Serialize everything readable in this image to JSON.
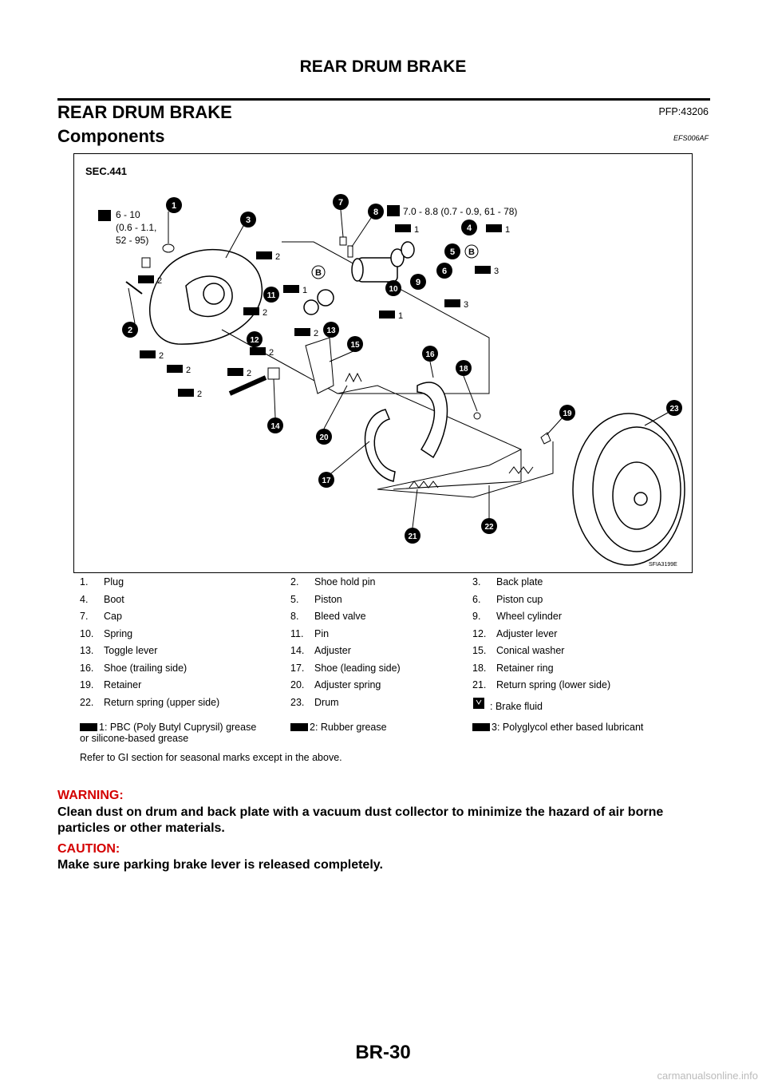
{
  "page": {
    "header": "REAR DRUM BRAKE",
    "section_title": "REAR DRUM BRAKE",
    "pfp": "PFP:43206",
    "subsection": "Components",
    "code": "EFS006AF",
    "footer": "BR-30",
    "watermark": "carmanualsonline.info"
  },
  "figure": {
    "sec": "SEC.441",
    "torque_a": [
      "6 - 10",
      "(0.6 - 1.1,",
      "52 - 95)"
    ],
    "torque_b": "7.0 - 8.8 (0.7 - 0.9, 61 - 78)",
    "fig_id": "SFIA3199E",
    "callouts": [
      "1",
      "2",
      "3",
      "4",
      "5",
      "6",
      "7",
      "8",
      "9",
      "10",
      "11",
      "12",
      "13",
      "14",
      "15",
      "16",
      "17",
      "18",
      "19",
      "20",
      "21",
      "22",
      "23"
    ],
    "grease_nums": [
      "1",
      "2",
      "3"
    ],
    "letter_b": "B"
  },
  "legend": {
    "rows": [
      [
        "1.",
        "Plug",
        "2.",
        "Shoe hold pin",
        "3.",
        "Back plate"
      ],
      [
        "4.",
        "Boot",
        "5.",
        "Piston",
        "6.",
        "Piston cup"
      ],
      [
        "7.",
        "Cap",
        "8.",
        "Bleed valve",
        "9.",
        "Wheel cylinder"
      ],
      [
        "10.",
        "Spring",
        "11.",
        "Pin",
        "12.",
        "Adjuster lever"
      ],
      [
        "13.",
        "Toggle lever",
        "14.",
        "Adjuster",
        "15.",
        "Conical washer"
      ],
      [
        "16.",
        "Shoe (trailing side)",
        "17.",
        "Shoe (leading side)",
        "18.",
        "Retainer ring"
      ],
      [
        "19.",
        "Retainer",
        "20.",
        "Adjuster spring",
        "21.",
        "Return spring (lower side)"
      ],
      [
        "22.",
        "Return spring (upper side)",
        "23.",
        "Drum",
        "",
        ": Brake fluid"
      ]
    ],
    "grease1": "1: PBC (Poly Butyl Cuprysil) grease",
    "grease1b": "or silicone-based grease",
    "grease2": "2: Rubber grease",
    "grease3": "3: Polyglycol ether based lubricant",
    "note": "Refer to GI section for seasonal marks except in the above."
  },
  "warning": {
    "label": "WARNING:",
    "text": "Clean dust on drum and back plate with a vacuum dust collector to minimize the hazard of air borne particles or other materials."
  },
  "caution": {
    "label": "CAUTION:",
    "text": "Make sure parking brake lever is released completely."
  }
}
